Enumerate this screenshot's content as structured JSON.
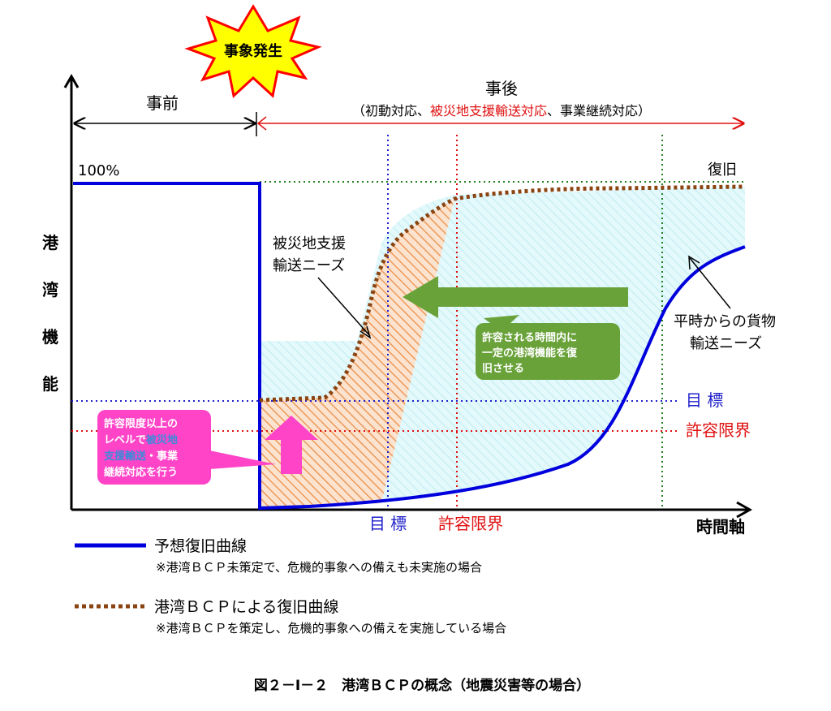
{
  "event_burst": {
    "label": "事象発生",
    "fill": "#ffff00",
    "stroke": "#ff0000"
  },
  "phases": {
    "before": {
      "label": "事前"
    },
    "after": {
      "label": "事後",
      "sub_open": "（初動対応、",
      "sub_red": "被災地支援輸送対応",
      "sub_close": "、事業継続対応）"
    }
  },
  "y_axis": {
    "label_chars": [
      "港",
      "湾",
      "機",
      "能"
    ],
    "top_label": "100%"
  },
  "x_axis": {
    "label": "時間軸",
    "target_label": "目 標",
    "limit_label": "許容限界"
  },
  "lines": {
    "recovery_label": "復旧",
    "target_label": "目 標",
    "limit_label": "許容限界"
  },
  "annotations": {
    "disaster_needs": [
      "被災地支援",
      "輸送ニーズ"
    ],
    "normal_needs": [
      "平時からの貨物",
      "輸送ニーズ"
    ],
    "green_box": [
      "許容される時間内に",
      "一定の港湾機能を復",
      "旧させる"
    ],
    "pink_box": {
      "line1": "許容限度以上の",
      "line2_a": "レベルで",
      "line2_b": "被災地",
      "line3_a": "支援輸送",
      "line3_b": "・事業",
      "line4": "継続対応を行う"
    }
  },
  "legend": [
    {
      "title": "予想復旧曲線",
      "note": "※港湾ＢＣＰ未策定で、危機的事象への備えも未実施の場合",
      "color": "#0000dd",
      "style": "solid"
    },
    {
      "title": "港湾ＢＣＰによる復旧曲線",
      "note": "※港湾ＢＣＰを策定し、危機的事象への備えを実施している場合",
      "color": "#8b4513",
      "style": "dotted"
    }
  ],
  "caption": "図２－Ⅰ－２　港湾ＢＣＰの概念（地震災害等の場合）",
  "colors": {
    "blue_curve": "#0000dd",
    "bcp_curve": "#8b4513",
    "target_line": "#2020cc",
    "limit_line": "#e01010",
    "recovery_line": "#208020",
    "arrow_red": "#e01010",
    "green_box": "#6aa23a",
    "pink_box": "#ff44c8",
    "highlight_blue": "#3a8ad8",
    "cyan_area": "#e8fafc"
  }
}
